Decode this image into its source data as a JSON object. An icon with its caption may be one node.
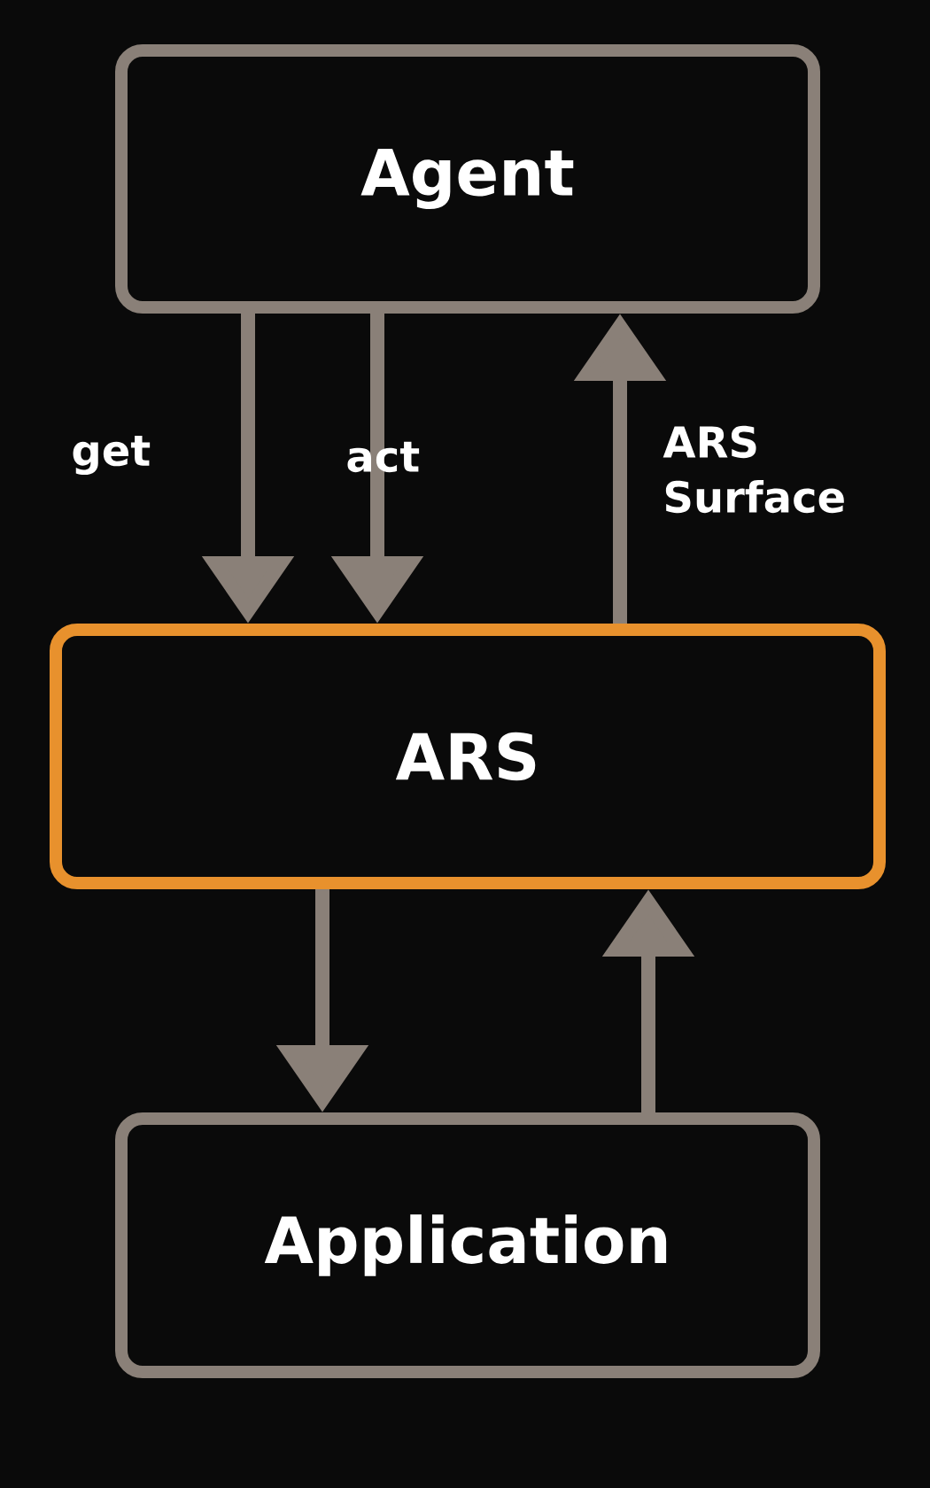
{
  "diagram": {
    "nodes": [
      {
        "text": [
          "Agent"
        ]
      },
      {
        "text": [
          "ARS"
        ]
      },
      {
        "text": [
          "Application"
        ]
      }
    ],
    "edges": [
      {
        "from": 0,
        "to": 1,
        "arrow": "to",
        "label": "get"
      },
      {
        "from": 0,
        "to": 1,
        "arrow": "to",
        "label": "act"
      },
      {
        "from": 1,
        "to": 0,
        "arrow": "to",
        "label": "ARS Surface"
      },
      {
        "from": 1,
        "to": 2,
        "arrow": "to"
      },
      {
        "from": 2,
        "to": 1,
        "arrow": "to"
      }
    ]
  }
}
